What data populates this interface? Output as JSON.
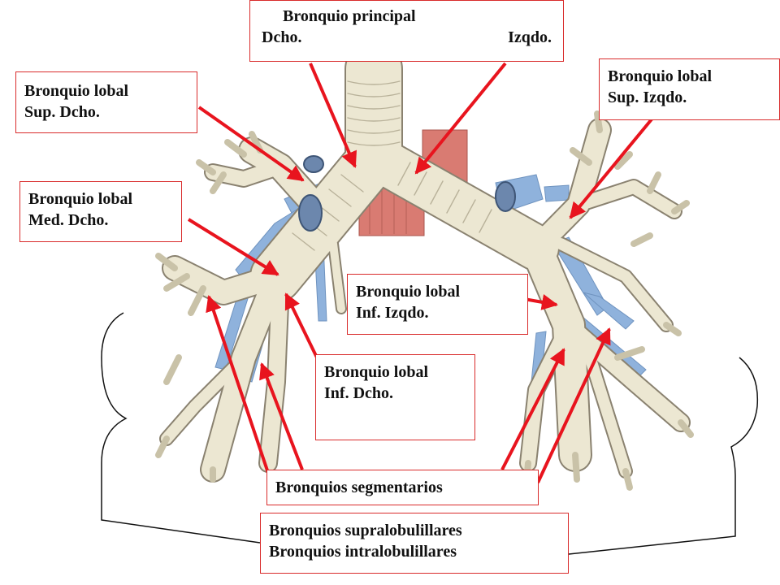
{
  "colors": {
    "label_border": "#d92b2b",
    "arrow": "#e8141e",
    "bronchus": "#ece7d2",
    "bronchus_stroke": "#8a8270",
    "vessel": "#8fb2dc",
    "artery": "#d97b72",
    "bracket": "#111111"
  },
  "labels": {
    "principal": {
      "line1": "Bronquio principal",
      "left": "Dcho.",
      "right": "Izqdo."
    },
    "sup_dcho": {
      "line1": "Bronquio lobal",
      "line2": "Sup. Dcho."
    },
    "sup_izqdo": {
      "line1": "Bronquio lobal",
      "line2": "Sup. Izqdo."
    },
    "med_dcho": {
      "line1": "Bronquio lobal",
      "line2": "Med. Dcho."
    },
    "inf_izqdo": {
      "line1": "Bronquio lobal",
      "line2": "Inf. Izqdo."
    },
    "inf_dcho": {
      "line1": "Bronquio lobal",
      "line2": "Inf. Dcho."
    },
    "segmentarios": {
      "line1": "Bronquios segmentarios"
    },
    "lobulillares": {
      "line1": "Bronquios supralobulillares",
      "line2": "Bronquios intralobulillares"
    }
  }
}
